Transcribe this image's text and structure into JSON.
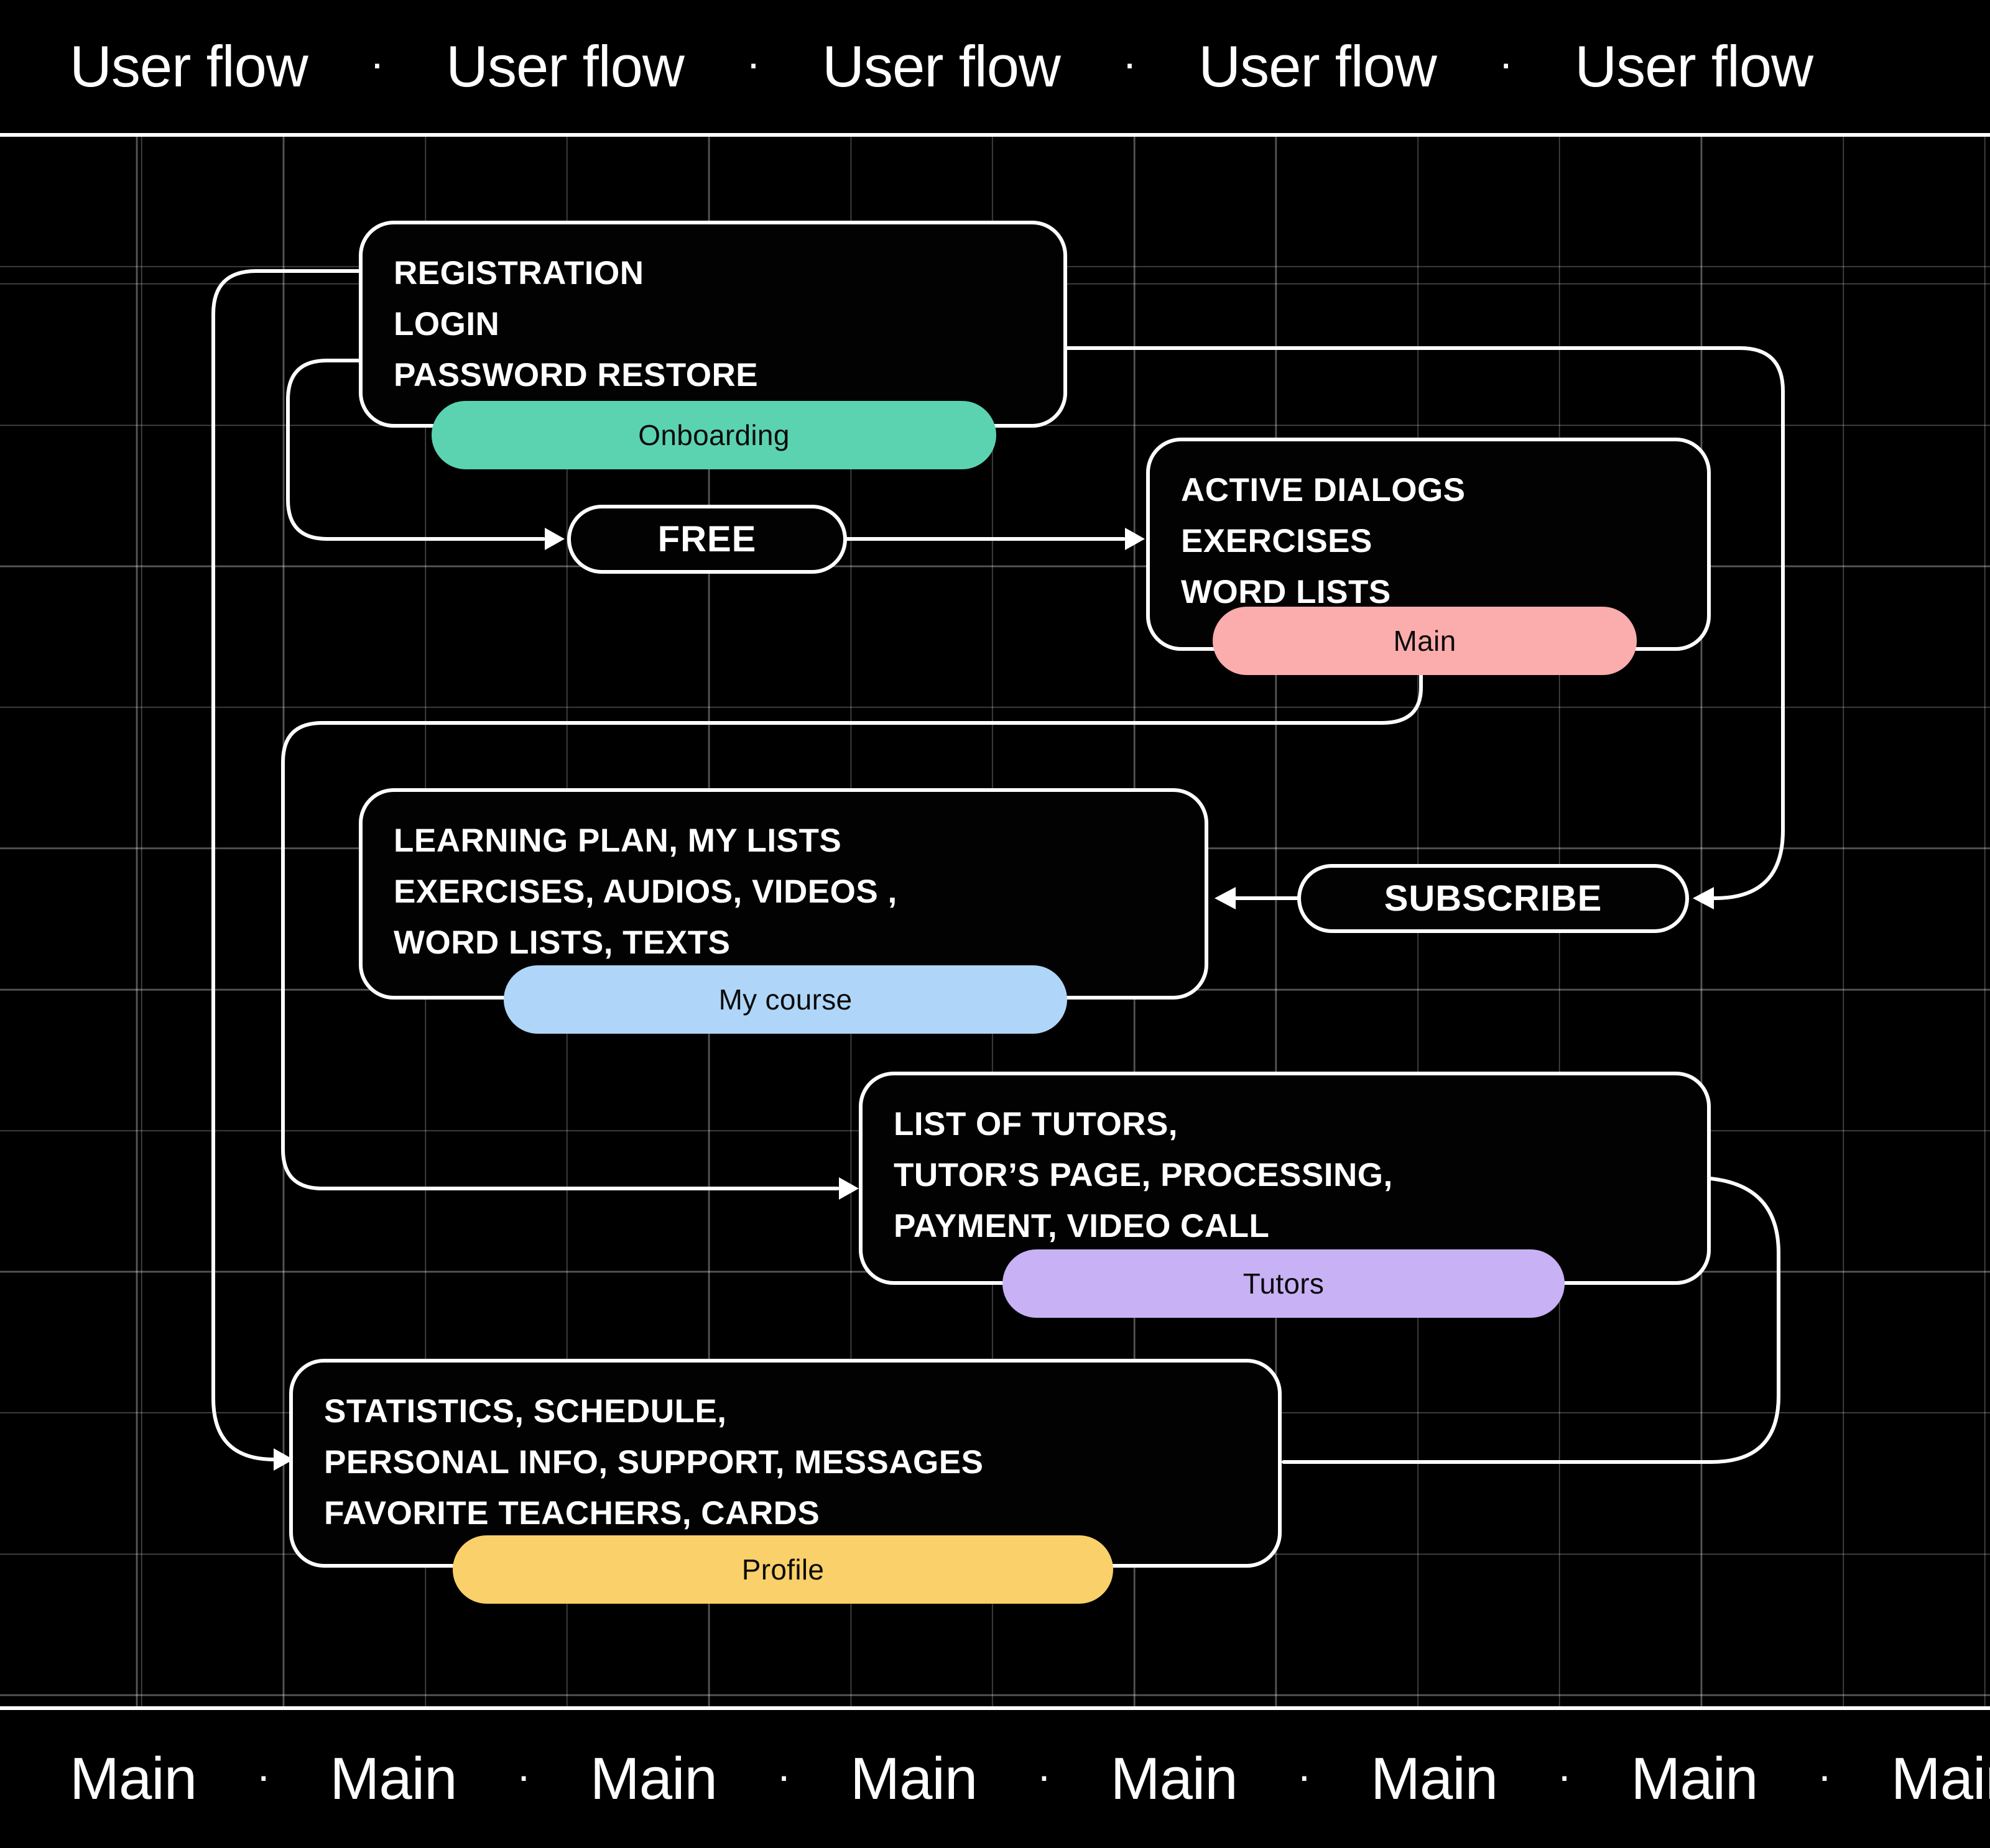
{
  "header": {
    "repeated_label": "User flow",
    "separator": "·",
    "count": 5
  },
  "footer": {
    "repeated_label": "Main",
    "separator": "·",
    "count": 8
  },
  "colors": {
    "background": "#000000",
    "wire": "#FFFFFF",
    "grid_line": "rgba(255,255,255,0.34)",
    "onboarding_badge": "#5BD3B0",
    "main_badge": "#FBACAC",
    "my_course_badge": "#AFD6F8",
    "tutors_badge": "#C8B1F4",
    "profile_badge": "#F9D069"
  },
  "nodes": {
    "onboarding": {
      "lines": [
        "REGISTRATION",
        "LOGIN",
        "PASSWORD RESTORE"
      ],
      "badge_label": "Onboarding"
    },
    "main": {
      "lines": [
        "ACTIVE DIALOGS",
        "EXERCISES",
        "WORD LISTS"
      ],
      "badge_label": "Main"
    },
    "my_course": {
      "lines": [
        "LEARNING PLAN, MY LISTS",
        "EXERCISES, AUDIOS, VIDEOS ,",
        "WORD LISTS, TEXTS"
      ],
      "badge_label": "My course"
    },
    "tutors": {
      "lines": [
        "LIST OF TUTORS,",
        "TUTOR’S PAGE, PROCESSING,",
        "PAYMENT, VIDEO CALL"
      ],
      "badge_label": "Tutors"
    },
    "profile": {
      "lines": [
        "STATISTICS, SCHEDULE,",
        "PERSONAL INFO, SUPPORT, MESSAGES",
        "FAVORITE TEACHERS, CARDS"
      ],
      "badge_label": "Profile"
    }
  },
  "pills": {
    "free": {
      "label": "FREE"
    },
    "subscribe": {
      "label": "SUBSCRIBE"
    }
  }
}
